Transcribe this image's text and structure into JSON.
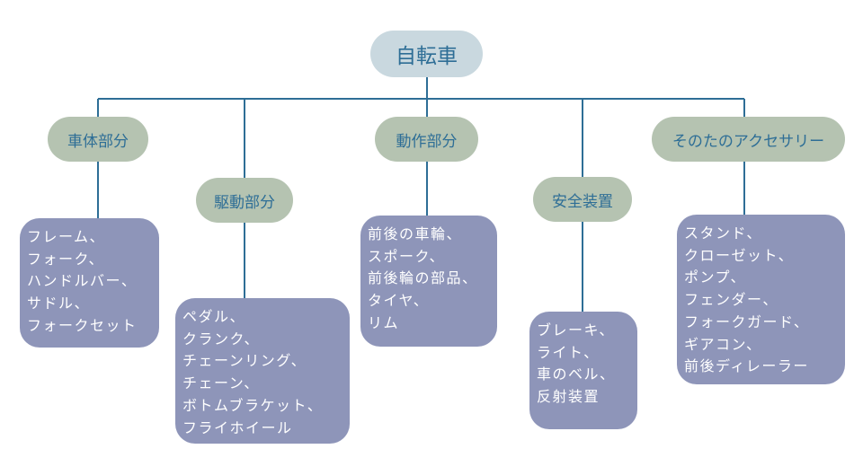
{
  "colors": {
    "connector": "#2e6e96",
    "root_fill": "#c9d8df",
    "category_fill": "#b5c3b1",
    "leaf_fill": "#8e95b9",
    "text_dark": "#2e6e96",
    "text_light": "#ffffff"
  },
  "root": {
    "label": "自転車"
  },
  "categories": [
    {
      "label": "車体部分",
      "items": [
        "フレーム、",
        "フォーク、",
        "ハンドルバー、",
        "サドル、",
        "フォークセット"
      ]
    },
    {
      "label": "駆動部分",
      "items": [
        "ペダル、",
        "クランク、",
        "チェーンリング、",
        "チェーン、",
        "ボトムブラケット、",
        "フライホイール"
      ]
    },
    {
      "label": "動作部分",
      "items": [
        "前後の車輪、",
        "スポーク、",
        "前後輪の部品、",
        "タイヤ、",
        "リム"
      ]
    },
    {
      "label": "安全装置",
      "items": [
        "ブレーキ、",
        "ライト、",
        "車のベル、",
        "反射装置"
      ]
    },
    {
      "label": "そのたのアクセサリー",
      "items": [
        "スタンド、",
        "クローゼット、",
        "ポンプ、",
        "フェンダー、",
        "フォークガード、",
        "ギアコン、",
        "前後ディレーラー"
      ]
    }
  ]
}
